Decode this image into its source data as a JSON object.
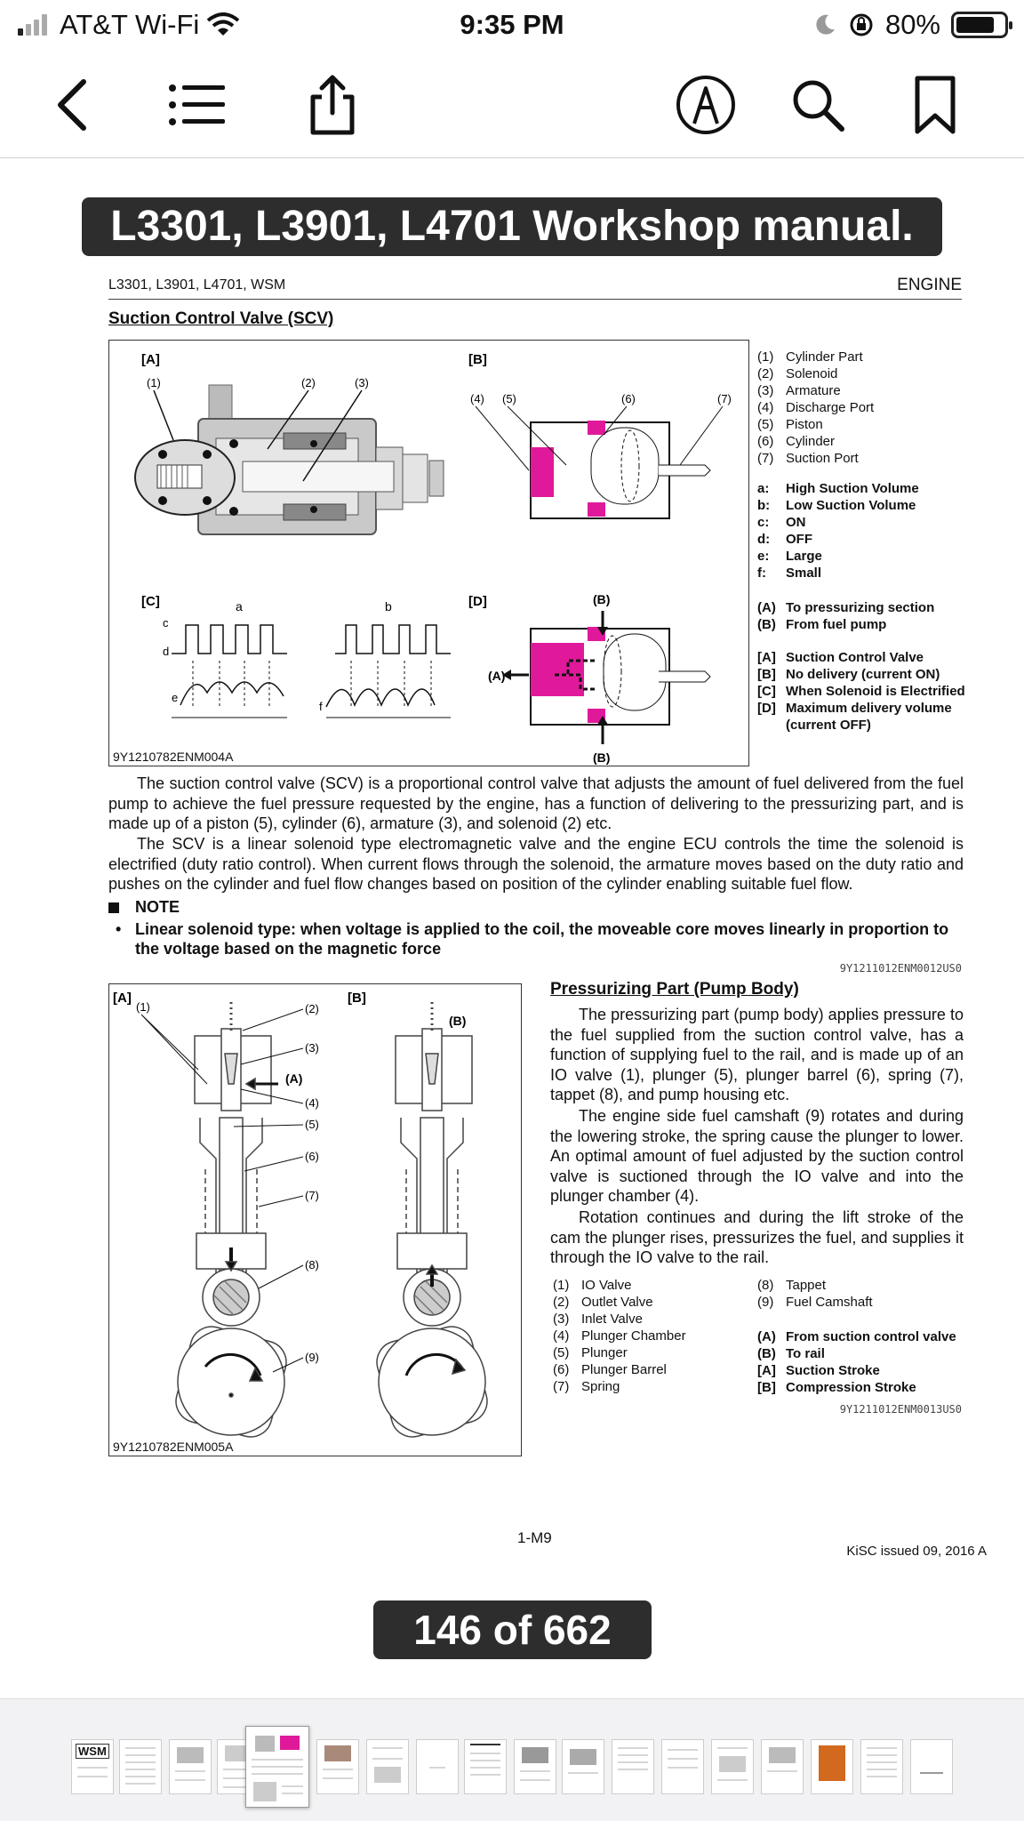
{
  "status_bar": {
    "carrier": "AT&T Wi-Fi",
    "time": "9:35 PM",
    "battery": "80%"
  },
  "toolbar_icons": [
    "back-icon",
    "list-icon",
    "share-icon",
    "markup-icon",
    "search-icon",
    "bookmark-icon"
  ],
  "banner": {
    "title": "L3301, L3901, L4701 Workshop manual."
  },
  "page": {
    "header_left": "L3301, L3901, L4701, WSM",
    "header_right": "ENGINE",
    "section_title": "Suction Control Valve (SCV)",
    "fig1": {
      "A": "[A]",
      "B": "[B]",
      "C": "[C]",
      "D": "[D]",
      "n1": "(1)",
      "n2": "(2)",
      "n3": "(3)",
      "n4": "(4)",
      "n5": "(5)",
      "n6": "(6)",
      "n7": "(7)",
      "la": "a",
      "lb": "b",
      "lc": "c",
      "ld": "d",
      "le": "e",
      "lf": "f",
      "pA": "(A)",
      "pB": "(B)",
      "code": "9Y1210782ENM004A"
    },
    "legend1": [
      {
        "k": "(1)",
        "v": "Cylinder Part"
      },
      {
        "k": "(2)",
        "v": "Solenoid"
      },
      {
        "k": "(3)",
        "v": "Armature"
      },
      {
        "k": "(4)",
        "v": "Discharge Port"
      },
      {
        "k": "(5)",
        "v": "Piston"
      },
      {
        "k": "(6)",
        "v": "Cylinder"
      },
      {
        "k": "(7)",
        "v": "Suction Port"
      }
    ],
    "legend2": [
      {
        "k": "a:",
        "v": "High Suction Volume"
      },
      {
        "k": "b:",
        "v": "Low Suction Volume"
      },
      {
        "k": "c:",
        "v": "ON"
      },
      {
        "k": "d:",
        "v": "OFF"
      },
      {
        "k": "e:",
        "v": "Large"
      },
      {
        "k": "f:",
        "v": "Small"
      }
    ],
    "legend3": [
      {
        "k": "(A)",
        "v": "To pressurizing section"
      },
      {
        "k": "(B)",
        "v": "From fuel pump"
      }
    ],
    "legend4": [
      {
        "k": "[A]",
        "v": "Suction Control Valve"
      },
      {
        "k": "[B]",
        "v": "No delivery (current ON)"
      },
      {
        "k": "[C]",
        "v": "When Solenoid is Electrified"
      },
      {
        "k": "[D]",
        "v": "Maximum delivery volume (current OFF)"
      }
    ],
    "para1": "The suction control valve (SCV) is a proportional control valve that adjusts the amount of fuel delivered from the fuel pump to achieve the fuel pressure requested by the engine, has a function of delivering to the pressurizing part, and is made up of a piston (5), cylinder (6), armature (3), and solenoid (2) etc.",
    "para2": "The SCV is a linear solenoid type electromagnetic valve and the engine ECU controls the time the solenoid is electrified (duty ratio control). When current flows through the solenoid, the armature moves based on the duty ratio and pushes on the cylinder and fuel flow changes based on position of the cylinder enabling suitable fuel flow.",
    "note_title": "NOTE",
    "note_text": "Linear solenoid type: when voltage is applied to the coil, the moveable core moves linearly in proportion to the voltage based on the magnetic force",
    "code1": "9Y1211012ENM0012US0",
    "fig2": {
      "A": "[A]",
      "B": "[B]",
      "n1": "(1)",
      "n2": "(2)",
      "n3": "(3)",
      "n4": "(4)",
      "n5": "(5)",
      "n6": "(6)",
      "n7": "(7)",
      "n8": "(8)",
      "n9": "(9)",
      "pA": "(A)",
      "pB": "(B)",
      "code": "9Y1210782ENM005A"
    },
    "sub_title": "Pressurizing Part (Pump Body)",
    "para3": "The pressurizing part (pump body) applies pressure to the fuel supplied from the suction control valve, has a function of supplying fuel to the rail, and is made up of an IO valve (1), plunger (5), plunger barrel (6), spring (7), tappet (8), and pump housing etc.",
    "para4": "The engine side fuel camshaft (9) rotates and during the lowering stroke, the spring cause the plunger to lower. An optimal amount of fuel adjusted by the suction control valve is suctioned through the IO valve and into the plunger chamber (4).",
    "para5": "Rotation continues and during the lift stroke of the cam the plunger rises, pressurizes the fuel, and supplies it through the IO valve to the rail.",
    "legend5": [
      {
        "k": "(1)",
        "v": "IO Valve"
      },
      {
        "k": "(2)",
        "v": "Outlet Valve"
      },
      {
        "k": "(3)",
        "v": "Inlet Valve"
      },
      {
        "k": "(4)",
        "v": "Plunger Chamber"
      },
      {
        "k": "(5)",
        "v": "Plunger"
      },
      {
        "k": "(6)",
        "v": "Plunger Barrel"
      },
      {
        "k": "(7)",
        "v": "Spring"
      }
    ],
    "legend6": [
      {
        "k": "(8)",
        "v": "Tappet"
      },
      {
        "k": "(9)",
        "v": "Fuel Camshaft"
      }
    ],
    "legend7": [
      {
        "k": "(A)",
        "v": "From suction control valve"
      },
      {
        "k": "(B)",
        "v": "To rail"
      },
      {
        "k": "[A]",
        "v": "Suction Stroke"
      },
      {
        "k": "[B]",
        "v": "Compression Stroke"
      }
    ],
    "code2": "9Y1211012ENM0013US0",
    "page_number": "1-M9",
    "issued": "KiSC issued 09, 2016 A"
  },
  "page_counter": "146 of 662",
  "thumbnail_strip": {
    "first_thumb_label": "WSM"
  },
  "colors": {
    "highlight_magenta": "#e0199a",
    "banner_bg": "#2d2d2d"
  }
}
